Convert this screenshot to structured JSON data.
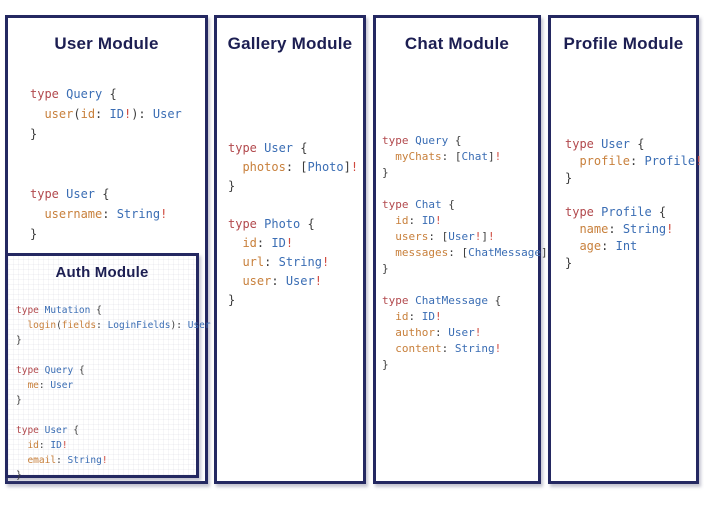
{
  "palette": {
    "border_navy": "#242861",
    "title_navy": "#1c1e52",
    "keyword_red": "#b2494d",
    "type_blue": "#3a6db4",
    "field_orange": "#c8803c",
    "exclamation_red": "#cf4a3f",
    "punctuation_gray": "#3d3d3d",
    "background": "#ffffff"
  },
  "modules": [
    {
      "id": "user",
      "title": "User Module",
      "code": [
        [
          {
            "t": "type ",
            "c": "kw"
          },
          {
            "t": "Query ",
            "c": "ty"
          },
          {
            "t": "{",
            "c": "pn"
          }
        ],
        [
          {
            "t": "  ",
            "c": "pn"
          },
          {
            "t": "user",
            "c": "fld"
          },
          {
            "t": "(",
            "c": "pn"
          },
          {
            "t": "id",
            "c": "fld"
          },
          {
            "t": ": ",
            "c": "pn"
          },
          {
            "t": "ID",
            "c": "ty"
          },
          {
            "t": "!",
            "c": "bang"
          },
          {
            "t": ")",
            "c": "pn"
          },
          {
            "t": ": ",
            "c": "pn"
          },
          {
            "t": "User",
            "c": "ty"
          }
        ],
        [
          {
            "t": "}",
            "c": "pn"
          }
        ],
        [],
        [],
        [
          {
            "t": "type ",
            "c": "kw"
          },
          {
            "t": "User ",
            "c": "ty"
          },
          {
            "t": "{",
            "c": "pn"
          }
        ],
        [
          {
            "t": "  ",
            "c": "pn"
          },
          {
            "t": "username",
            "c": "fld"
          },
          {
            "t": ": ",
            "c": "pn"
          },
          {
            "t": "String",
            "c": "ty"
          },
          {
            "t": "!",
            "c": "bang"
          }
        ],
        [
          {
            "t": "}",
            "c": "pn"
          }
        ]
      ]
    },
    {
      "id": "auth",
      "title": "Auth Module",
      "code": [
        [
          {
            "t": "type ",
            "c": "kw"
          },
          {
            "t": "Mutation ",
            "c": "ty"
          },
          {
            "t": "{",
            "c": "pn"
          }
        ],
        [
          {
            "t": "  ",
            "c": "pn"
          },
          {
            "t": "login",
            "c": "fld"
          },
          {
            "t": "(",
            "c": "pn"
          },
          {
            "t": "fields",
            "c": "fld"
          },
          {
            "t": ": ",
            "c": "pn"
          },
          {
            "t": "LoginFields",
            "c": "ty"
          },
          {
            "t": ")",
            "c": "pn"
          },
          {
            "t": ": ",
            "c": "pn"
          },
          {
            "t": "User",
            "c": "ty"
          }
        ],
        [
          {
            "t": "}",
            "c": "pn"
          }
        ],
        [],
        [
          {
            "t": "type ",
            "c": "kw"
          },
          {
            "t": "Query ",
            "c": "ty"
          },
          {
            "t": "{",
            "c": "pn"
          }
        ],
        [
          {
            "t": "  ",
            "c": "pn"
          },
          {
            "t": "me",
            "c": "fld"
          },
          {
            "t": ": ",
            "c": "pn"
          },
          {
            "t": "User",
            "c": "ty"
          }
        ],
        [
          {
            "t": "}",
            "c": "pn"
          }
        ],
        [],
        [
          {
            "t": "type ",
            "c": "kw"
          },
          {
            "t": "User ",
            "c": "ty"
          },
          {
            "t": "{",
            "c": "pn"
          }
        ],
        [
          {
            "t": "  ",
            "c": "pn"
          },
          {
            "t": "id",
            "c": "fld"
          },
          {
            "t": ": ",
            "c": "pn"
          },
          {
            "t": "ID",
            "c": "ty"
          },
          {
            "t": "!",
            "c": "bang"
          }
        ],
        [
          {
            "t": "  ",
            "c": "pn"
          },
          {
            "t": "email",
            "c": "fld"
          },
          {
            "t": ": ",
            "c": "pn"
          },
          {
            "t": "String",
            "c": "ty"
          },
          {
            "t": "!",
            "c": "bang"
          }
        ],
        [
          {
            "t": "}",
            "c": "pn"
          }
        ]
      ]
    },
    {
      "id": "gallery",
      "title": "Gallery Module",
      "code": [
        [
          {
            "t": "type ",
            "c": "kw"
          },
          {
            "t": "User ",
            "c": "ty"
          },
          {
            "t": "{",
            "c": "pn"
          }
        ],
        [
          {
            "t": "  ",
            "c": "pn"
          },
          {
            "t": "photos",
            "c": "fld"
          },
          {
            "t": ": ",
            "c": "pn"
          },
          {
            "t": "[",
            "c": "pn"
          },
          {
            "t": "Photo",
            "c": "ty"
          },
          {
            "t": "]",
            "c": "pn"
          },
          {
            "t": "!",
            "c": "bang"
          }
        ],
        [
          {
            "t": "}",
            "c": "pn"
          }
        ],
        [],
        [
          {
            "t": "type ",
            "c": "kw"
          },
          {
            "t": "Photo ",
            "c": "ty"
          },
          {
            "t": "{",
            "c": "pn"
          }
        ],
        [
          {
            "t": "  ",
            "c": "pn"
          },
          {
            "t": "id",
            "c": "fld"
          },
          {
            "t": ": ",
            "c": "pn"
          },
          {
            "t": "ID",
            "c": "ty"
          },
          {
            "t": "!",
            "c": "bang"
          }
        ],
        [
          {
            "t": "  ",
            "c": "pn"
          },
          {
            "t": "url",
            "c": "fld"
          },
          {
            "t": ": ",
            "c": "pn"
          },
          {
            "t": "String",
            "c": "ty"
          },
          {
            "t": "!",
            "c": "bang"
          }
        ],
        [
          {
            "t": "  ",
            "c": "pn"
          },
          {
            "t": "user",
            "c": "fld"
          },
          {
            "t": ": ",
            "c": "pn"
          },
          {
            "t": "User",
            "c": "ty"
          },
          {
            "t": "!",
            "c": "bang"
          }
        ],
        [
          {
            "t": "}",
            "c": "pn"
          }
        ]
      ]
    },
    {
      "id": "chat",
      "title": "Chat Module",
      "code": [
        [
          {
            "t": "type ",
            "c": "kw"
          },
          {
            "t": "Query ",
            "c": "ty"
          },
          {
            "t": "{",
            "c": "pn"
          }
        ],
        [
          {
            "t": "  ",
            "c": "pn"
          },
          {
            "t": "myChats",
            "c": "fld"
          },
          {
            "t": ": ",
            "c": "pn"
          },
          {
            "t": "[",
            "c": "pn"
          },
          {
            "t": "Chat",
            "c": "ty"
          },
          {
            "t": "]",
            "c": "pn"
          },
          {
            "t": "!",
            "c": "bang"
          }
        ],
        [
          {
            "t": "}",
            "c": "pn"
          }
        ],
        [],
        [
          {
            "t": "type ",
            "c": "kw"
          },
          {
            "t": "Chat ",
            "c": "ty"
          },
          {
            "t": "{",
            "c": "pn"
          }
        ],
        [
          {
            "t": "  ",
            "c": "pn"
          },
          {
            "t": "id",
            "c": "fld"
          },
          {
            "t": ": ",
            "c": "pn"
          },
          {
            "t": "ID",
            "c": "ty"
          },
          {
            "t": "!",
            "c": "bang"
          }
        ],
        [
          {
            "t": "  ",
            "c": "pn"
          },
          {
            "t": "users",
            "c": "fld"
          },
          {
            "t": ": ",
            "c": "pn"
          },
          {
            "t": "[",
            "c": "pn"
          },
          {
            "t": "User",
            "c": "ty"
          },
          {
            "t": "!",
            "c": "bang"
          },
          {
            "t": "]",
            "c": "pn"
          },
          {
            "t": "!",
            "c": "bang"
          }
        ],
        [
          {
            "t": "  ",
            "c": "pn"
          },
          {
            "t": "messages",
            "c": "fld"
          },
          {
            "t": ": ",
            "c": "pn"
          },
          {
            "t": "[",
            "c": "pn"
          },
          {
            "t": "ChatMessage",
            "c": "ty"
          },
          {
            "t": "]",
            "c": "pn"
          },
          {
            "t": "!",
            "c": "bang"
          }
        ],
        [
          {
            "t": "}",
            "c": "pn"
          }
        ],
        [],
        [
          {
            "t": "type ",
            "c": "kw"
          },
          {
            "t": "ChatMessage ",
            "c": "ty"
          },
          {
            "t": "{",
            "c": "pn"
          }
        ],
        [
          {
            "t": "  ",
            "c": "pn"
          },
          {
            "t": "id",
            "c": "fld"
          },
          {
            "t": ": ",
            "c": "pn"
          },
          {
            "t": "ID",
            "c": "ty"
          },
          {
            "t": "!",
            "c": "bang"
          }
        ],
        [
          {
            "t": "  ",
            "c": "pn"
          },
          {
            "t": "author",
            "c": "fld"
          },
          {
            "t": ": ",
            "c": "pn"
          },
          {
            "t": "User",
            "c": "ty"
          },
          {
            "t": "!",
            "c": "bang"
          }
        ],
        [
          {
            "t": "  ",
            "c": "pn"
          },
          {
            "t": "content",
            "c": "fld"
          },
          {
            "t": ": ",
            "c": "pn"
          },
          {
            "t": "String",
            "c": "ty"
          },
          {
            "t": "!",
            "c": "bang"
          }
        ],
        [
          {
            "t": "}",
            "c": "pn"
          }
        ]
      ]
    },
    {
      "id": "profile",
      "title": "Profile Module",
      "code": [
        [
          {
            "t": "type ",
            "c": "kw"
          },
          {
            "t": "User ",
            "c": "ty"
          },
          {
            "t": "{",
            "c": "pn"
          }
        ],
        [
          {
            "t": "  ",
            "c": "pn"
          },
          {
            "t": "profile",
            "c": "fld"
          },
          {
            "t": ": ",
            "c": "pn"
          },
          {
            "t": "Profile",
            "c": "ty"
          },
          {
            "t": "!",
            "c": "bang"
          }
        ],
        [
          {
            "t": "}",
            "c": "pn"
          }
        ],
        [],
        [
          {
            "t": "type ",
            "c": "kw"
          },
          {
            "t": "Profile ",
            "c": "ty"
          },
          {
            "t": "{",
            "c": "pn"
          }
        ],
        [
          {
            "t": "  ",
            "c": "pn"
          },
          {
            "t": "name",
            "c": "fld"
          },
          {
            "t": ": ",
            "c": "pn"
          },
          {
            "t": "String",
            "c": "ty"
          },
          {
            "t": "!",
            "c": "bang"
          }
        ],
        [
          {
            "t": "  ",
            "c": "pn"
          },
          {
            "t": "age",
            "c": "fld"
          },
          {
            "t": ": ",
            "c": "pn"
          },
          {
            "t": "Int",
            "c": "ty"
          }
        ],
        [
          {
            "t": "}",
            "c": "pn"
          }
        ]
      ]
    }
  ]
}
